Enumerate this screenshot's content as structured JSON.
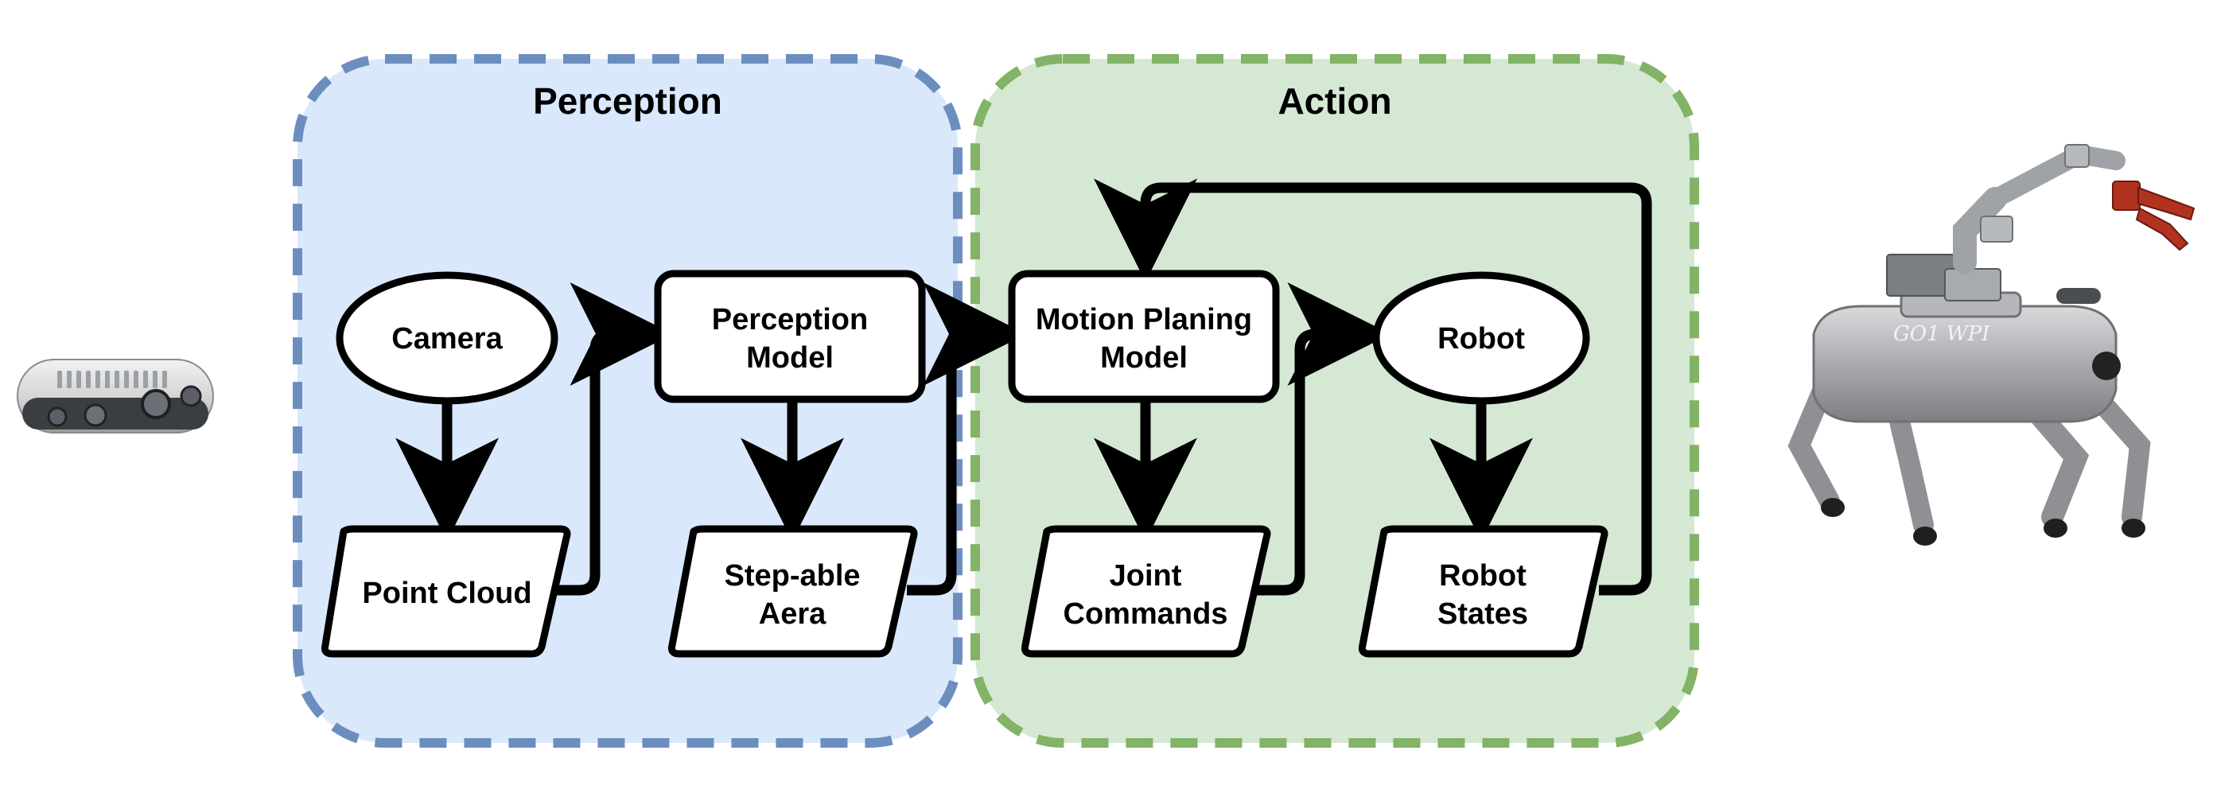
{
  "colors": {
    "perception_fill": "#dae8fc",
    "perception_stroke": "#6c8ebf",
    "action_fill": "#d5e8d4",
    "action_stroke": "#82b366",
    "node_fill": "#ffffff",
    "line": "#000000"
  },
  "groups": {
    "perception": {
      "title": "Perception"
    },
    "action": {
      "title": "Action"
    }
  },
  "nodes": {
    "camera": {
      "line1": "Camera",
      "shape": "ellipse"
    },
    "point_cloud": {
      "line1": "Point Cloud",
      "shape": "parallelogram"
    },
    "perception_model": {
      "line1": "Perception",
      "line2": "Model",
      "shape": "rounded-rect"
    },
    "stepable_area": {
      "line1": "Step-able",
      "line2": "Aera",
      "shape": "parallelogram"
    },
    "motion_planning_model": {
      "line1": "Motion Planing",
      "line2": "Model",
      "shape": "rounded-rect"
    },
    "joint_commands": {
      "line1": "Joint",
      "line2": "Commands",
      "shape": "parallelogram"
    },
    "robot": {
      "line1": "Robot",
      "shape": "ellipse"
    },
    "robot_states": {
      "line1": "Robot",
      "line2": "States",
      "shape": "parallelogram"
    }
  },
  "edges": [
    {
      "from": "camera",
      "to": "point_cloud"
    },
    {
      "from": "point_cloud",
      "to": "perception_model"
    },
    {
      "from": "perception_model",
      "to": "stepable_area"
    },
    {
      "from": "stepable_area",
      "to": "motion_planning_model"
    },
    {
      "from": "motion_planning_model",
      "to": "joint_commands"
    },
    {
      "from": "joint_commands",
      "to": "robot"
    },
    {
      "from": "robot",
      "to": "robot_states"
    },
    {
      "from": "robot_states",
      "to": "motion_planning_model"
    }
  ],
  "images": {
    "left": {
      "icon": "depth-camera-icon"
    },
    "right": {
      "icon": "quadruped-robot-with-arm-icon",
      "body_marks": "GO1 WPI"
    }
  }
}
